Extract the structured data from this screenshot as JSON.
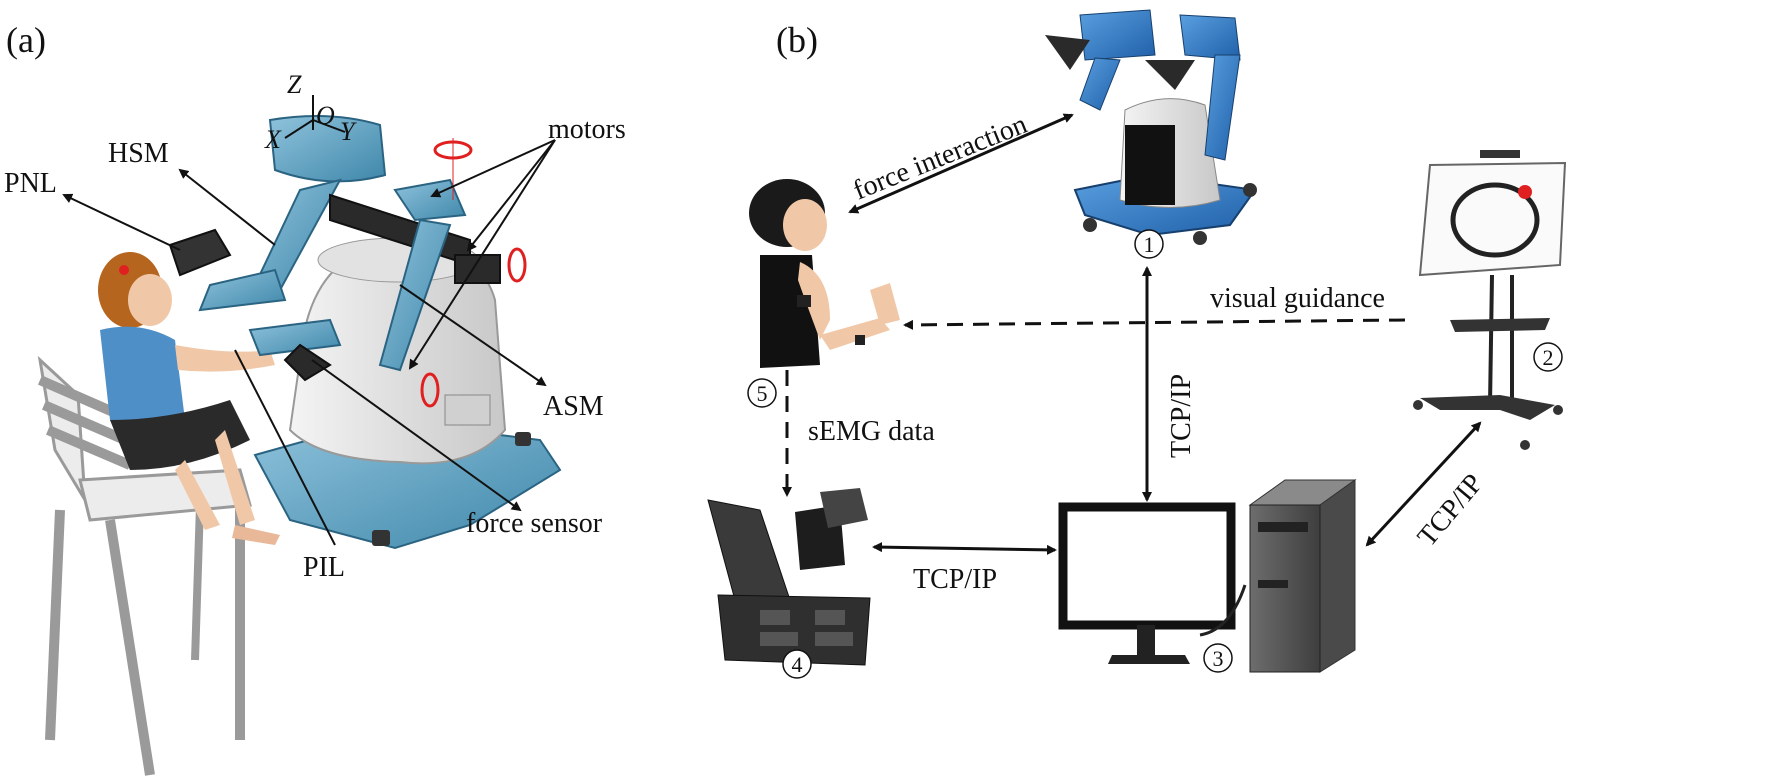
{
  "panel_a": {
    "tag": "(a)",
    "axes": {
      "z": "Z",
      "o": "O",
      "x": "X",
      "y": "Y"
    },
    "labels": {
      "hsm": "HSM",
      "pnl": "PNL",
      "motors": "motors",
      "asm": "ASM",
      "force_sensor": "force sensor",
      "pil": "PIL"
    }
  },
  "panel_b": {
    "tag": "(b)",
    "labels": {
      "force_interaction": "force interaction",
      "visual_guidance": "visual guidance",
      "semg_data": "sEMG data",
      "tcpip_vertical": "TCP/IP",
      "tcpip_horizontal": "TCP/IP",
      "tcpip_diagonal": "TCP/IP"
    },
    "nodes": {
      "n1": "1",
      "n2": "2",
      "n3": "3",
      "n4": "4",
      "n5": "5"
    }
  }
}
